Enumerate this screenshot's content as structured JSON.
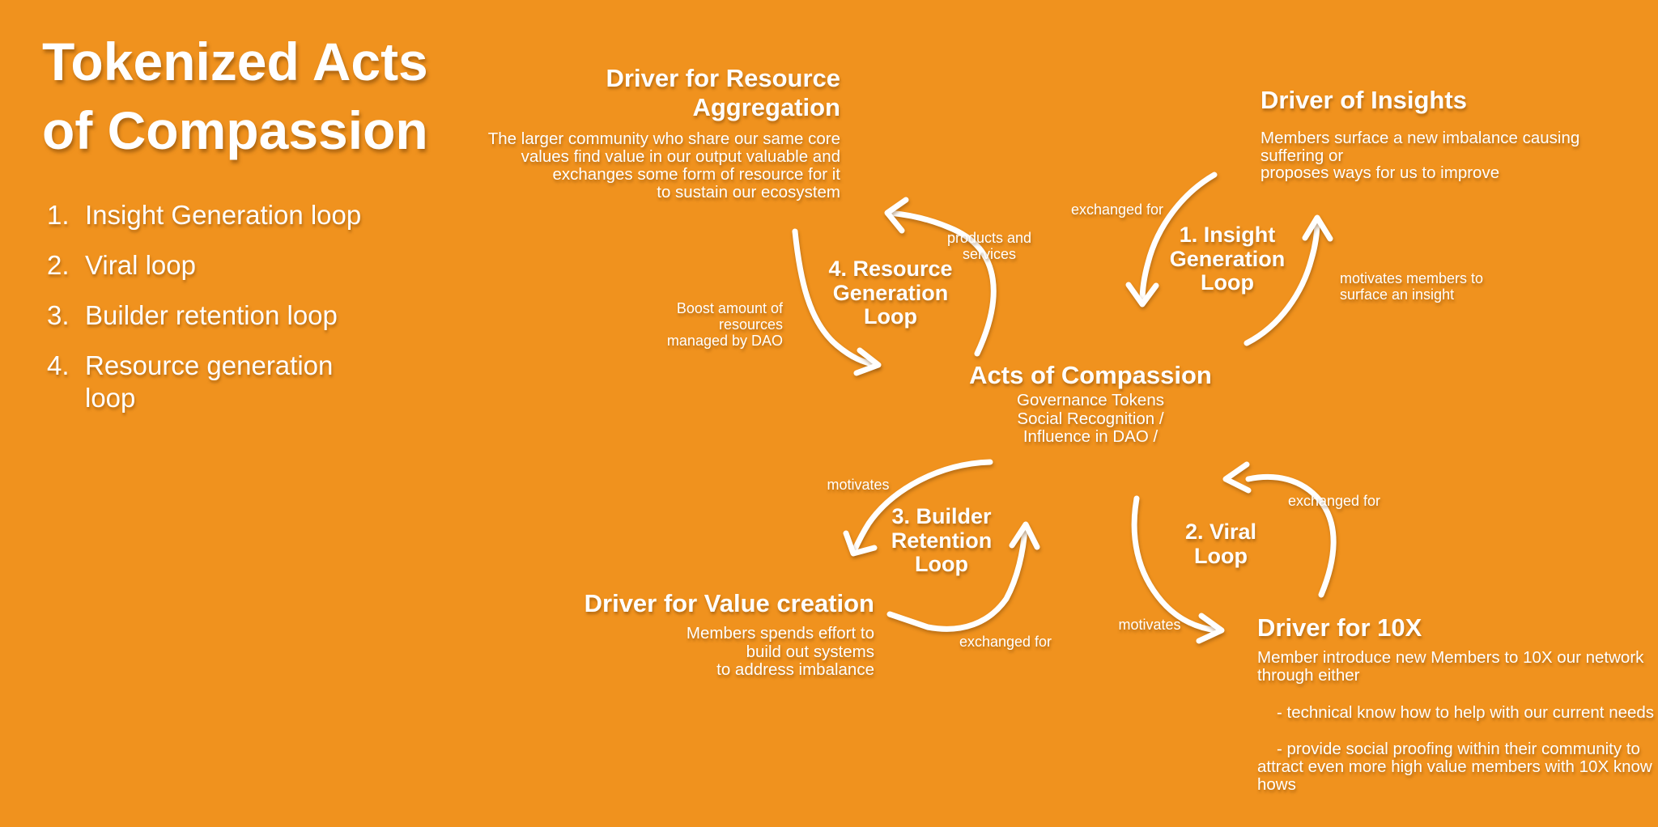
{
  "colors": {
    "background": "#F0921E",
    "text": "#FFFFFF"
  },
  "title": "Tokenized Acts\nof Compassion",
  "legend": [
    {
      "num": "1.",
      "label": "Insight Generation loop"
    },
    {
      "num": "2.",
      "label": "Viral loop"
    },
    {
      "num": "3.",
      "label": "Builder retention loop"
    },
    {
      "num": "4.",
      "label": "Resource generation\nloop"
    }
  ],
  "nodes": {
    "resource_aggregation": {
      "title": "Driver for Resource\nAggregation",
      "body": "The larger community who share our same core\nvalues find value in our output valuable and\nexchanges some form of resource for it\nto sustain our ecosystem"
    },
    "insights": {
      "title": "Driver of Insights",
      "body": "Members surface a new imbalance causing\nsuffering or\nproposes ways for us to improve"
    },
    "acts": {
      "title": "Acts of Compassion",
      "body": "Governance Tokens\nSocial Recognition /\nInfluence in DAO /"
    },
    "value_creation": {
      "title": "Driver for Value creation",
      "body": "Members spends effort to\nbuild out systems\nto address imbalance"
    },
    "driver_10x": {
      "title": "Driver for 10X",
      "intro": "Member introduce new Members to 10X our network\nthrough either",
      "bullet1": "- technical know how to help with our current needs",
      "bullet2": "- provide social proofing within their community to attract even more high value members with 10X know hows"
    }
  },
  "loops": {
    "loop1": {
      "label": "1. Insight\nGeneration\nLoop"
    },
    "loop2": {
      "label": "2. Viral\nLoop"
    },
    "loop3": {
      "label": "3. Builder\nRetention\nLoop"
    },
    "loop4": {
      "label": "4. Resource\nGeneration\nLoop"
    }
  },
  "arrow_labels": {
    "loop1_exchanged": "exchanged for",
    "loop1_motivates": "motivates members to\nsurface an insight",
    "loop2_exchanged": "exchanged for",
    "loop2_motivates": "motivates",
    "loop3_motivates": "motivates",
    "loop3_exchanged": "exchanged for",
    "loop4_products": "products and\nservices",
    "loop4_boost": "Boost amount of resources\nmanaged by DAO"
  }
}
